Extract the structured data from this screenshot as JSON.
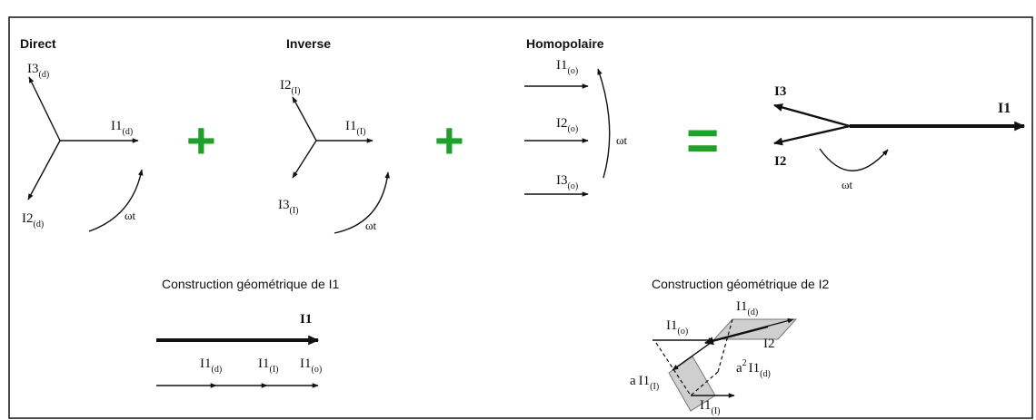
{
  "figure": {
    "colors": {
      "operator": "#1fa02a",
      "ink": "#111111",
      "fill": "#cfcfcf"
    },
    "operators": {
      "plus": "+",
      "equals": "="
    },
    "omega_t": "ωt",
    "sequences": {
      "direct": {
        "title": "Direct",
        "labels": {
          "i1_main": "I1",
          "i1_sub": "(d)",
          "i2_main": "I2",
          "i2_sub": "(d)",
          "i3_main": "I3",
          "i3_sub": "(d)"
        }
      },
      "inverse": {
        "title": "Inverse",
        "labels": {
          "i1_main": "I1",
          "i1_sub": "(I)",
          "i2_main": "I2",
          "i2_sub": "(I)",
          "i3_main": "I3",
          "i3_sub": "(I)"
        }
      },
      "homopolaire": {
        "title": "Homopolaire",
        "labels": {
          "i1_main": "I1",
          "i1_sub": "(o)",
          "i2_main": "I2",
          "i2_sub": "(o)",
          "i3_main": "I3",
          "i3_sub": "(o)"
        }
      }
    },
    "result": {
      "i1": "I1",
      "i2": "I2",
      "i3": "I3"
    },
    "construction_i1": {
      "title": "Construction géométrique de I1",
      "sum_label": "I1",
      "parts": [
        {
          "main": "I1",
          "sub": "(d)"
        },
        {
          "main": "I1",
          "sub": "(I)"
        },
        {
          "main": "I1",
          "sub": "(o)"
        }
      ]
    },
    "construction_i2": {
      "title": "Construction géométrique de I2",
      "labels": {
        "i1d_main": "I1",
        "i1d_sub": "(d)",
        "i1o_main": "I1",
        "i1o_sub": "(o)",
        "i2": "I2",
        "a2_prefix": "a",
        "a2_exp": "2",
        "a2_main": "I1",
        "a2_sub": "(d)",
        "a_prefix": "a",
        "a_main": "I1",
        "a_sub": "(I)",
        "i1i_main": "I1",
        "i1i_sub": "(I)"
      }
    }
  }
}
